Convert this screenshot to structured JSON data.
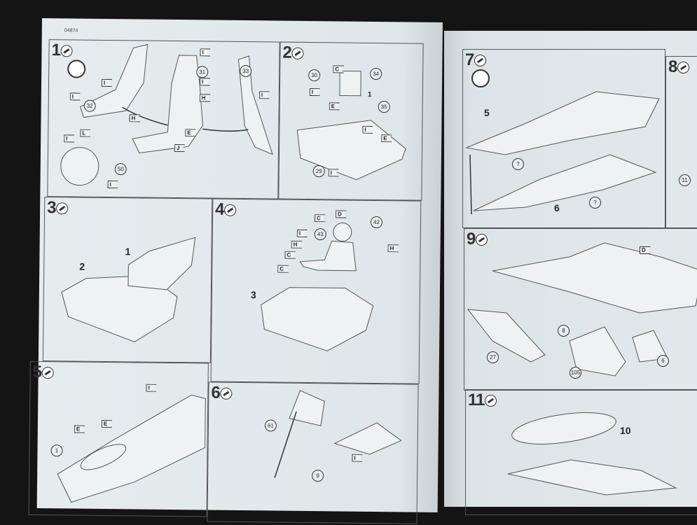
{
  "sheet_code": "04874",
  "left_page": {
    "steps": [
      {
        "number": "1",
        "parts": [
          "32",
          "31",
          "33",
          "50"
        ],
        "letters": [
          "I",
          "I",
          "I",
          "I",
          "I",
          "H",
          "H",
          "E",
          "J",
          "I",
          "L",
          "I"
        ]
      },
      {
        "number": "2",
        "parts": [
          "30",
          "34",
          "35",
          "29"
        ],
        "letters": [
          "C",
          "I",
          "E",
          "I",
          "E",
          "I"
        ],
        "callout": "1"
      },
      {
        "number": "3",
        "callouts": [
          "1",
          "2"
        ]
      },
      {
        "number": "4",
        "parts": [
          "43",
          "42"
        ],
        "letters": [
          "D",
          "C",
          "I",
          "H",
          "C",
          "C",
          "H"
        ],
        "callout": "3"
      },
      {
        "number": "5",
        "parts": [
          "1"
        ],
        "letters": [
          "I",
          "E",
          "E"
        ]
      },
      {
        "number": "6",
        "parts": [
          "61",
          "9"
        ],
        "letters": [
          "I"
        ]
      }
    ]
  },
  "right_page": {
    "steps": [
      {
        "number": "7",
        "callouts": [
          "5",
          "6"
        ],
        "marks": [
          "?",
          "?"
        ]
      },
      {
        "number": "8",
        "parts": [
          "11"
        ]
      },
      {
        "number": "9",
        "parts": [
          "27",
          "8",
          "105",
          "6"
        ],
        "letters": [
          "D"
        ]
      },
      {
        "number": "11",
        "callouts": [
          "10"
        ]
      }
    ]
  }
}
